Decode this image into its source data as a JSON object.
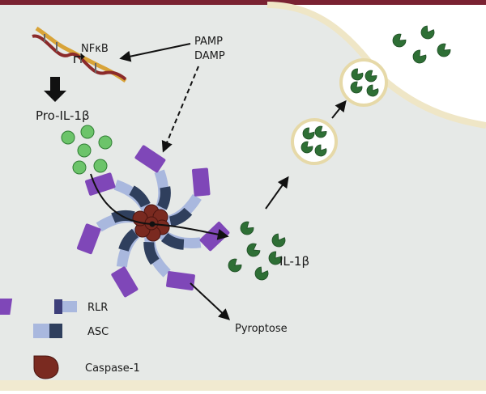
{
  "labels": {
    "nfkb": "NFκB",
    "pamp": "PAMP",
    "damp": "DAMP",
    "pro_il1b": "Pro-IL-1β",
    "il1b": "IL-1β",
    "pyroptose": "Pyroptose"
  },
  "legend": {
    "rlr": "RLR",
    "asc": "ASC",
    "caspase": "Caspase-1"
  },
  "colors": {
    "top_bar": "#7a2232",
    "cytoplasm": "#e6e9e7",
    "membrane": "#efe6c6",
    "green_light": "#6cc46a",
    "green_dark": "#2e6f35",
    "rlr_purple": "#7f47b8",
    "asc_light": "#a9b8de",
    "asc_dark": "#2f3f5d",
    "caspase": "#7a2a20"
  }
}
